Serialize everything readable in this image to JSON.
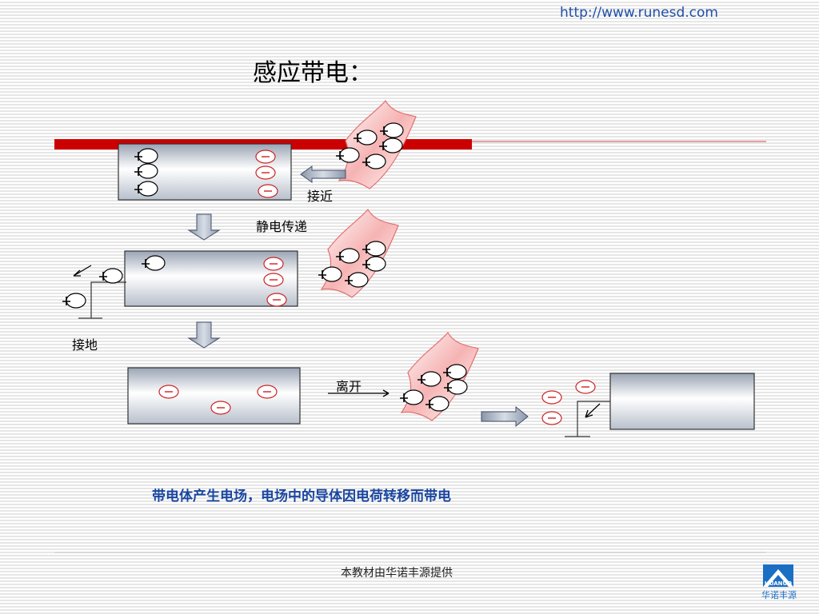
{
  "header": {
    "url": "http://www.runesd.com"
  },
  "title": "感应带电：",
  "labels": {
    "approach": "接近",
    "transfer": "静电传递",
    "ground": "接地",
    "leave": "离开"
  },
  "caption": "带电体产生电场，电场中的导体因电荷转移而带电",
  "footer": {
    "provider": "本教材由华诺丰源提供",
    "logo_text": "华诺丰源",
    "logo_brand": "HUANUO"
  },
  "icons": [
    "down-arrow-icon",
    "left-arrow-icon",
    "right-arrow-icon",
    "ground-icon",
    "charge-plus-icon",
    "charge-minus-icon"
  ],
  "colors": {
    "red_bar": "#cc0000",
    "link": "#1f4fa8",
    "caption": "#1a46a0",
    "minus": "#cc2222"
  }
}
